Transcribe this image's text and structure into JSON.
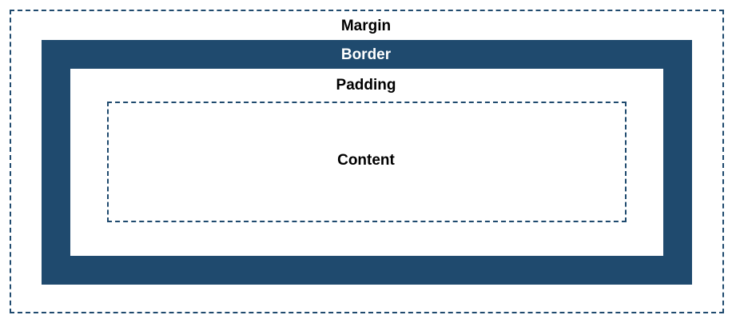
{
  "diagram": {
    "labels": {
      "margin": "Margin",
      "border": "Border",
      "padding": "Padding",
      "content": "Content"
    },
    "colors": {
      "border_fill": "#1f4a6e",
      "dash_stroke": "#1f4a6e",
      "background": "#ffffff",
      "text": "#000000",
      "border_text": "#ffffff"
    }
  }
}
